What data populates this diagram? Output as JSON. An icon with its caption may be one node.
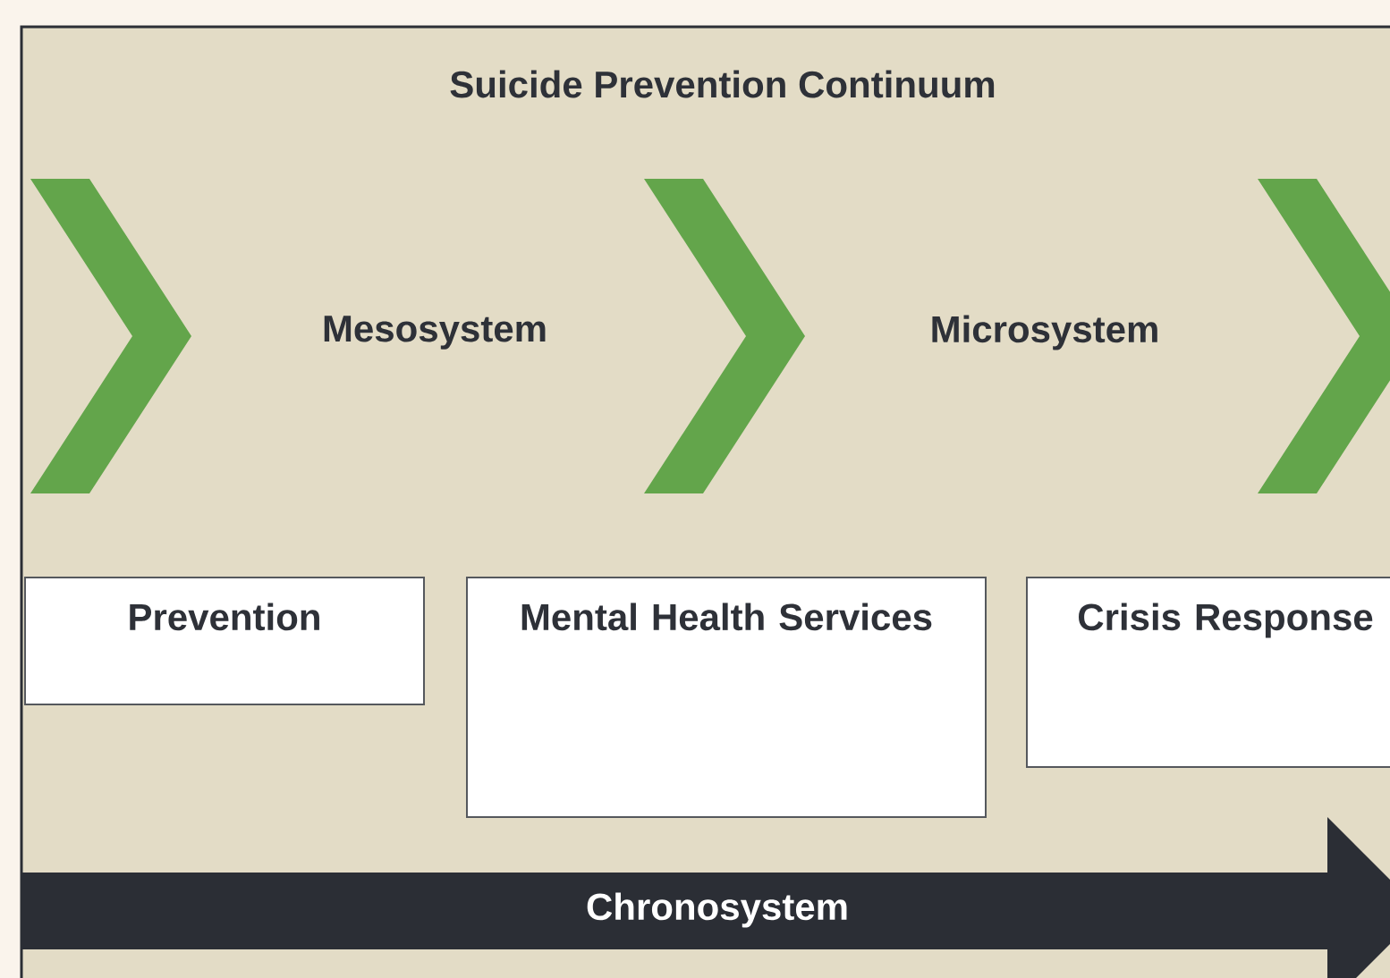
{
  "diagram": {
    "title": "Suicide Prevention Continuum",
    "nodes": [
      {
        "text": [
          "Prevention"
        ]
      },
      {
        "text": [
          "Mental Health Services"
        ]
      },
      {
        "text": [
          "Crisis Response"
        ]
      },
      {
        "text": [
          "Chronosystem"
        ]
      }
    ],
    "labels": [
      "Mesosystem",
      "Microsystem"
    ]
  }
}
